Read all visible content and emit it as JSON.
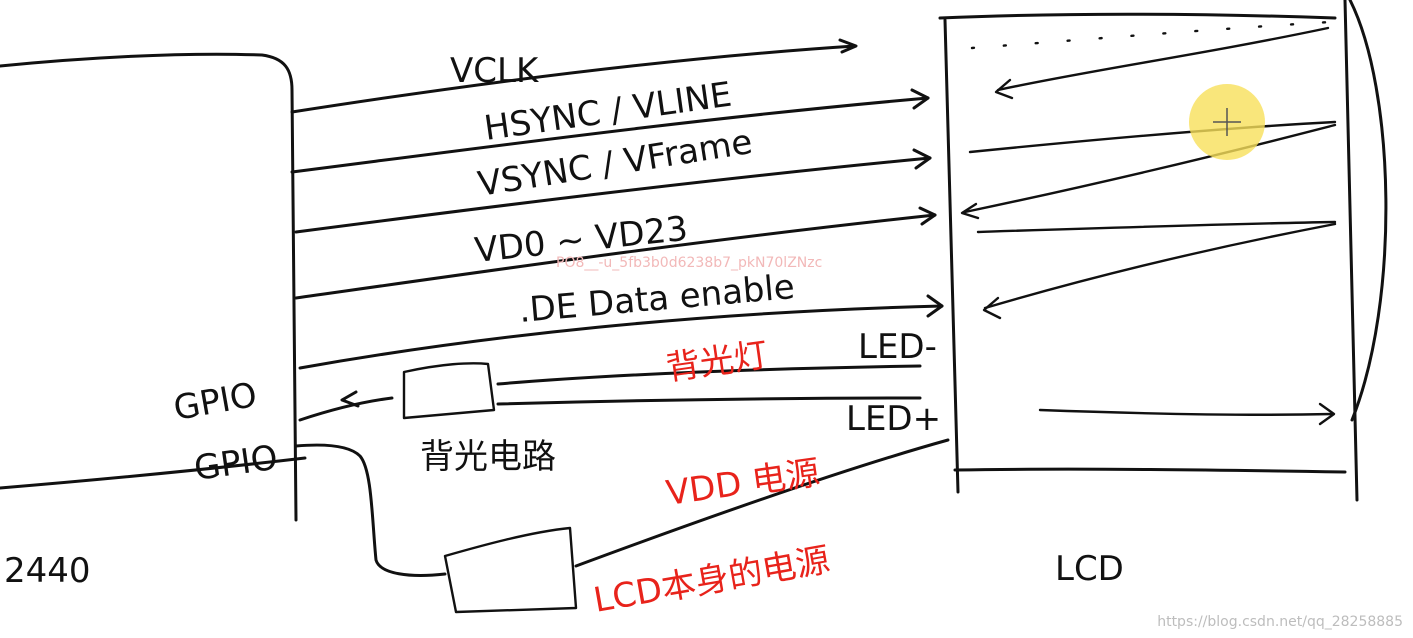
{
  "soc": {
    "label": "2440"
  },
  "lcd": {
    "label": "LCD"
  },
  "signals": [
    {
      "id": "vclk",
      "label": "VCLK"
    },
    {
      "id": "hsync",
      "label": "HSYNC / VLINE"
    },
    {
      "id": "vsync",
      "label": "VSYNC / VFrame"
    },
    {
      "id": "vd",
      "label": "VD0 ~ VD23"
    },
    {
      "id": "de",
      "label": ".DE   Data enable"
    }
  ],
  "backlight": {
    "gpio_label": "GPIO",
    "circuit_label": "背光电路",
    "light_label": "背光灯",
    "led_minus": "LED-",
    "led_plus": "LED+"
  },
  "power": {
    "gpio_label": "GPIO",
    "vdd_label": "VDD 电源",
    "lcd_power_label": "LCD本身的电源"
  },
  "watermarks": {
    "center": "PO8__-u_5fb3b0d6238b7_pkN70lZNzc",
    "corner": "https://blog.csdn.net/qq_28258885"
  },
  "colors": {
    "ink": "#111111",
    "annotation_red": "#e8231b",
    "highlight": "#f7e05a"
  }
}
